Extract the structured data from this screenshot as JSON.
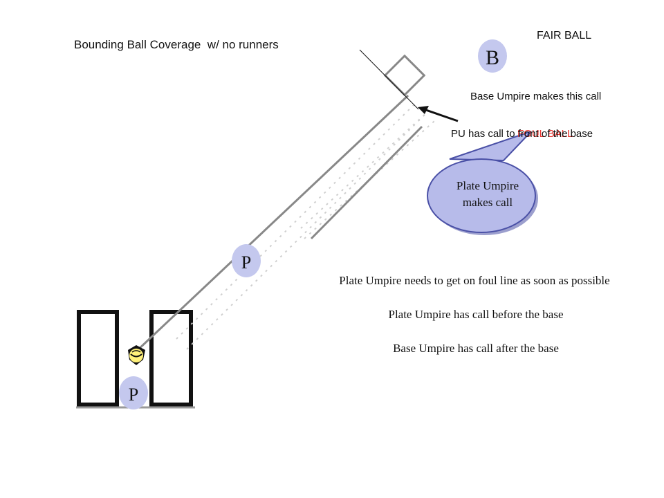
{
  "slide": {
    "title": "Bounding Ball Coverage  w/ no runners",
    "fair_ball_label": "FAIR BALL",
    "foul_ball_label": "FOUL BALL",
    "base_umpire_call": "Base Umpire makes this call",
    "pu_call": "PU has call to front of the base",
    "bubble_line1": "Plate Umpire",
    "bubble_line2": "makes call",
    "markers": {
      "base_umpire": "B",
      "plate_umpire_line": "P",
      "plate_umpire_home": "P"
    },
    "notes": [
      "Plate Umpire needs to get on foul line as soon as possible",
      "Plate Umpire has call before the base",
      "Base Umpire has call after the base"
    ]
  },
  "colors": {
    "marker_fill": "#c4c8ee",
    "bubble_fill": "#b7bbea",
    "bubble_stroke": "#4a50a6",
    "foul_text": "#e8332d",
    "ball_fill": "#fff17a"
  },
  "icons": {
    "ball": "baseball-icon",
    "arrow": "arrow-icon"
  }
}
